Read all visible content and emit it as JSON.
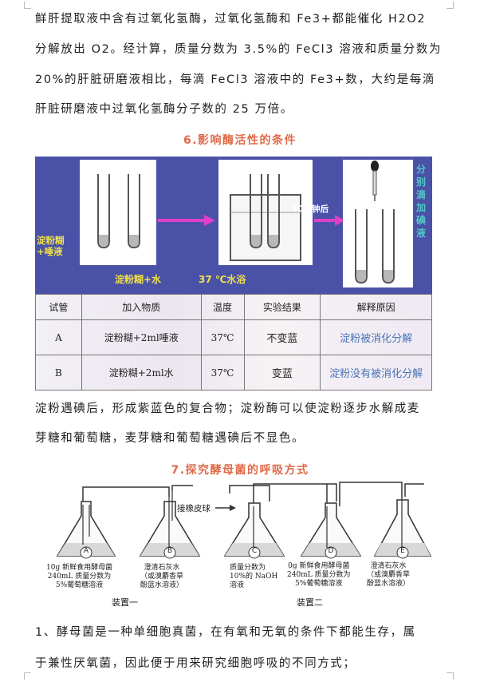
{
  "paragraphs": {
    "p1_lines": [
      "鲜肝提取液中含有过氧化氢酶，过氧化氢酶和 Fe3+都能催化 H2O2",
      "分解放出 O2。经计算，质量分数为 3.5%的 FeCl3 溶液和质量分数为",
      "20%的肝脏研磨液相比，每滴 FeCl3 溶液中的 Fe3+数，大约是每滴",
      "肝脏研磨液中过氧化氢酶分子数的 25 万倍。"
    ],
    "p2_lines": [
      "淀粉遇碘后，形成紫蓝色的复合物；淀粉酶可以使淀粉逐步水解成麦",
      "芽糖和葡萄糖，麦芽糖和葡萄糖遇碘后不显色。"
    ],
    "p3_lines": [
      "1、酵母菌是一种单细胞真菌，在有氧和无氧的条件下都能生存，属",
      "于兼性厌氧菌，因此便于用来研究细胞呼吸的不同方式；"
    ]
  },
  "sections": {
    "s6_title": "6.影响酶活性的条件",
    "s7_title": "7.探究酵母菌的呼吸方式"
  },
  "figure1": {
    "label_left": "淀粉糊\n+唾液",
    "label_bottom_left": "淀粉糊+水",
    "label_bottom_right": "37 ℃水浴",
    "label_arrow": "10分钟后",
    "label_right": "分别滴加碘液"
  },
  "table": {
    "headers": [
      "试管",
      "加入物质",
      "温度",
      "实验结果",
      "解释原因"
    ],
    "rows": [
      [
        "A",
        "淀粉糊+2ml唾液",
        "37℃",
        "不变蓝",
        "淀粉被消化分解"
      ],
      [
        "B",
        "淀粉糊+2ml水",
        "37℃",
        "变蓝",
        "淀粉没有被消化分解"
      ]
    ]
  },
  "figure2": {
    "flask_letters": [
      "A",
      "B",
      "C",
      "D",
      "E"
    ],
    "label_pump": "接橡皮球",
    "label_a": "10g 新鲜食用酵母菌\n240mL 质量分数为\n5%葡萄糖溶液",
    "label_b": "澄清石灰水\n（或溴麝香草\n酚蓝水溶液）",
    "label_c": "质量分数为\n10%的 NaOH\n溶液",
    "label_d": "0g 新鲜食用酵母菌\n240mL 质量分数为\n5%葡萄糖溶液",
    "label_e": "澄清石灰水\n（或溴麝香草\n酚蓝水溶液）",
    "caption_1": "装置一",
    "caption_2": "装置二"
  },
  "colors": {
    "section_title": "#e06a4a",
    "figure_bg": "#4a52a8",
    "figure_label": "#f2e04a",
    "figure_right_label": "#52c8c8",
    "arrow": "#e040c8",
    "explain_text": "#4a73b8"
  }
}
